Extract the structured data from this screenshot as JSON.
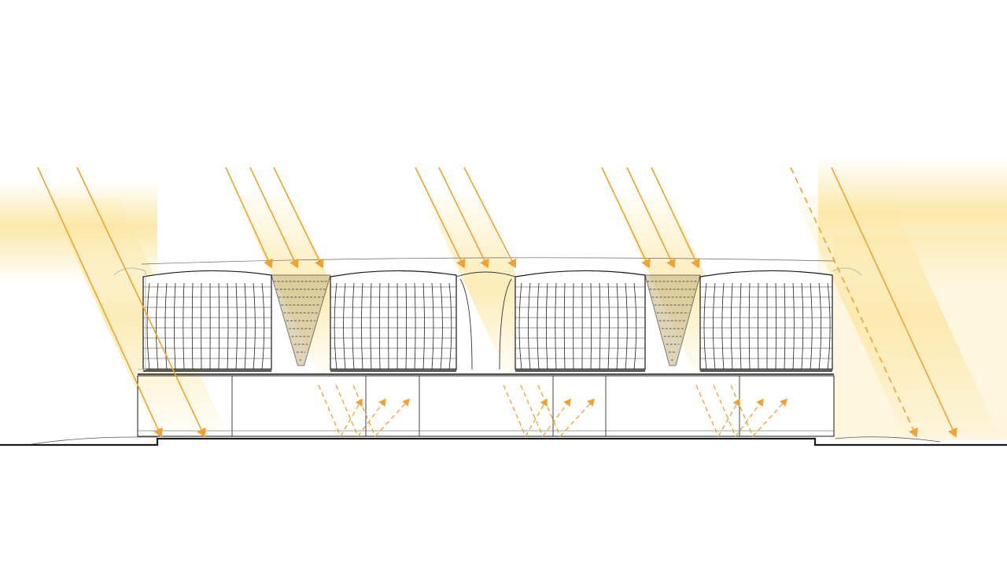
{
  "diagram": {
    "type": "architectural-section-sunlight",
    "colors": {
      "sun_ray": "#f0a232",
      "sun_glow": "#fbe6a0",
      "structure_line": "#1a1a1a",
      "funnel_fill": "#c9b98a",
      "background": "#ffffff"
    },
    "ray_styles": [
      "solid",
      "dashed"
    ]
  }
}
